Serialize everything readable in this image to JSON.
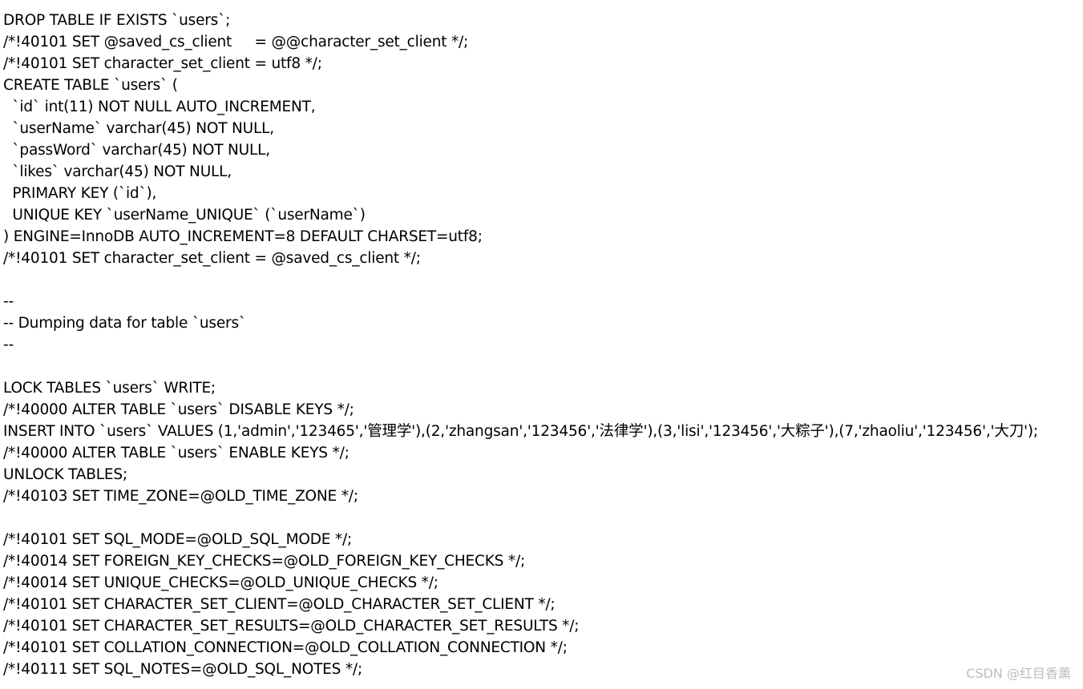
{
  "lines": [
    "DROP TABLE IF EXISTS `users`;",
    "/*!40101 SET @saved_cs_client     = @@character_set_client */;",
    "/*!40101 SET character_set_client = utf8 */;",
    "CREATE TABLE `users` (",
    "  `id` int(11) NOT NULL AUTO_INCREMENT,",
    "  `userName` varchar(45) NOT NULL,",
    "  `passWord` varchar(45) NOT NULL,",
    "  `likes` varchar(45) NOT NULL,",
    "  PRIMARY KEY (`id`),",
    "  UNIQUE KEY `userName_UNIQUE` (`userName`)",
    ") ENGINE=InnoDB AUTO_INCREMENT=8 DEFAULT CHARSET=utf8;",
    "/*!40101 SET character_set_client = @saved_cs_client */;",
    "",
    "--",
    "-- Dumping data for table `users`",
    "--",
    "",
    "LOCK TABLES `users` WRITE;",
    "/*!40000 ALTER TABLE `users` DISABLE KEYS */;",
    "INSERT INTO `users` VALUES (1,'admin','123465','管理学'),(2,'zhangsan','123456','法律学'),(3,'lisi','123456','大粽子'),(7,'zhaoliu','123456','大刀');",
    "/*!40000 ALTER TABLE `users` ENABLE KEYS */;",
    "UNLOCK TABLES;",
    "/*!40103 SET TIME_ZONE=@OLD_TIME_ZONE */;",
    "",
    "/*!40101 SET SQL_MODE=@OLD_SQL_MODE */;",
    "/*!40014 SET FOREIGN_KEY_CHECKS=@OLD_FOREIGN_KEY_CHECKS */;",
    "/*!40014 SET UNIQUE_CHECKS=@OLD_UNIQUE_CHECKS */;",
    "/*!40101 SET CHARACTER_SET_CLIENT=@OLD_CHARACTER_SET_CLIENT */;",
    "/*!40101 SET CHARACTER_SET_RESULTS=@OLD_CHARACTER_SET_RESULTS */;",
    "/*!40101 SET COLLATION_CONNECTION=@OLD_COLLATION_CONNECTION */;",
    "/*!40111 SET SQL_NOTES=@OLD_SQL_NOTES */;"
  ],
  "watermark": "CSDN @红目香薰"
}
